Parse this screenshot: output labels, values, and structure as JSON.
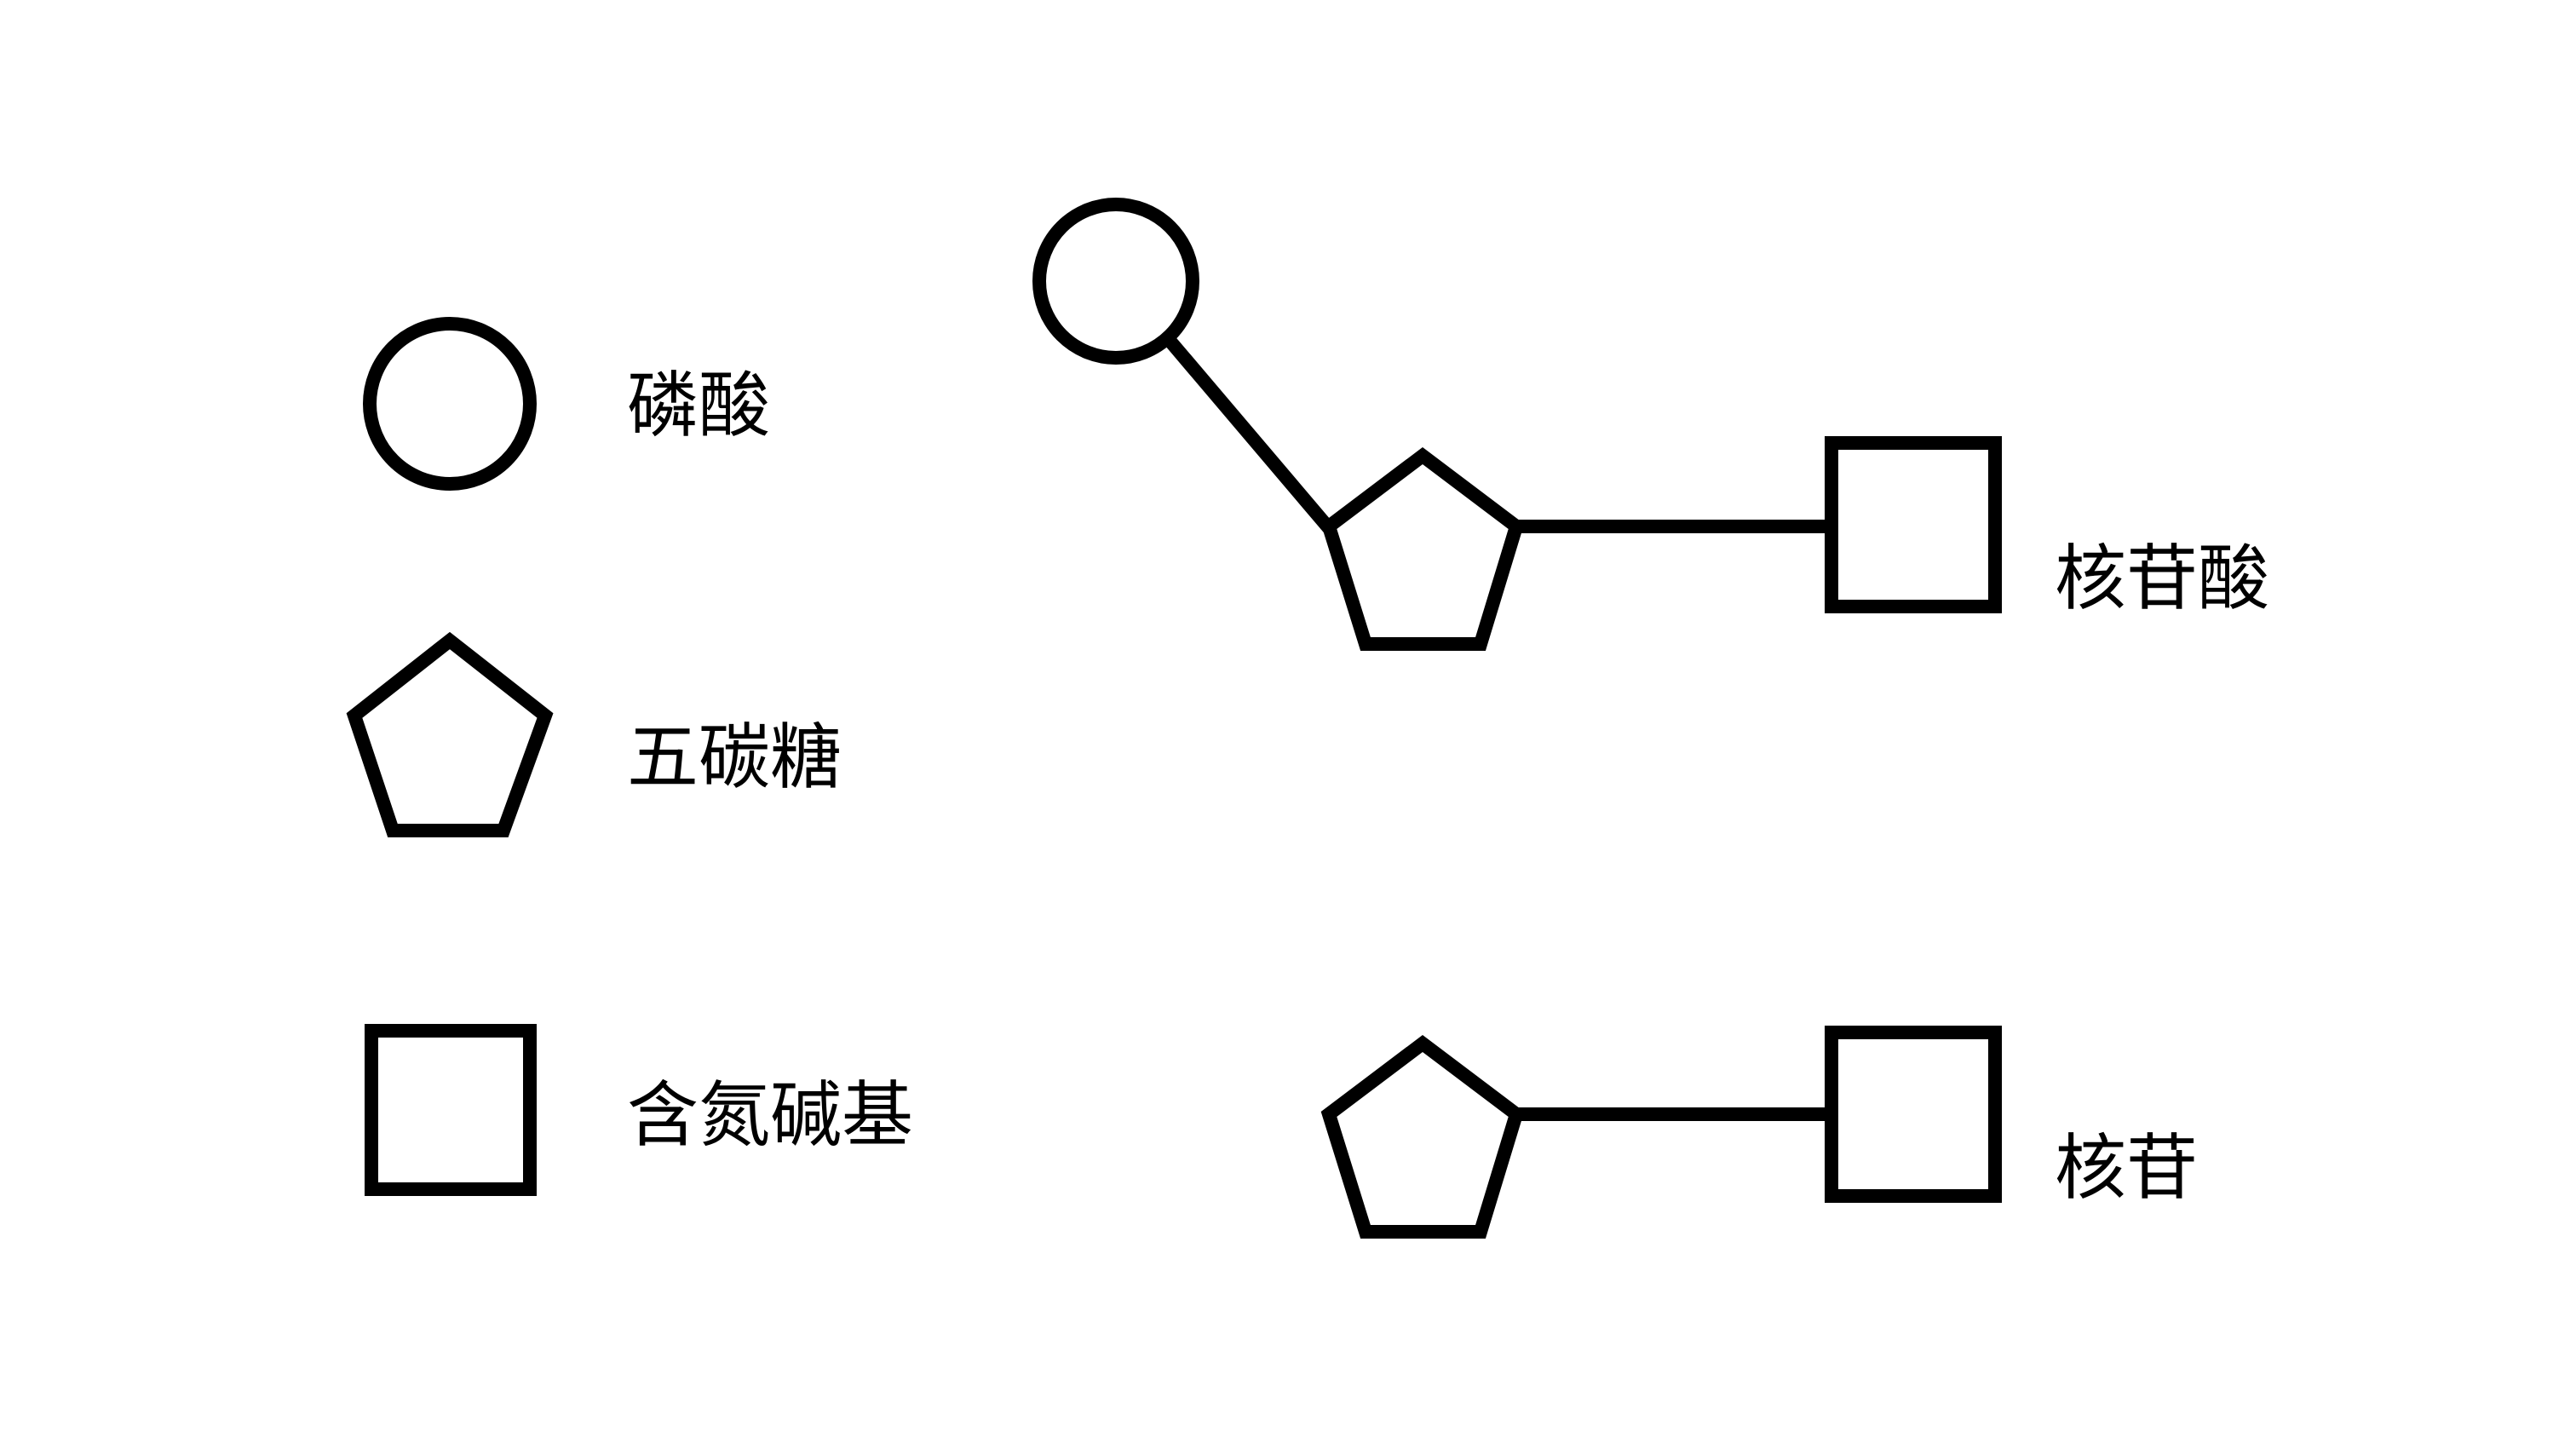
{
  "colors": {
    "stroke": "#000000",
    "background": "#ffffff",
    "text": "#000000"
  },
  "legend": {
    "phosphate": {
      "icon": "circle",
      "label": "磷酸"
    },
    "pentose": {
      "icon": "pentagon",
      "label": "五碳糖"
    },
    "base": {
      "icon": "square",
      "label": "含氮碱基"
    }
  },
  "structures": {
    "nucleotide": {
      "components": [
        "phosphate",
        "pentose",
        "base"
      ],
      "label": "核苷酸"
    },
    "nucleoside": {
      "components": [
        "pentose",
        "base"
      ],
      "label": "核苷"
    }
  }
}
